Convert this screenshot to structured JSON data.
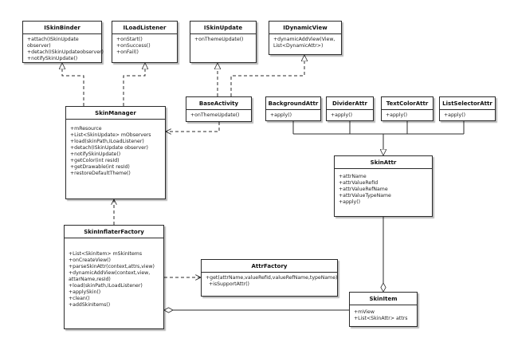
{
  "classes": {
    "iskinbinder": {
      "name": "ISkinBinder",
      "members": [
        "+attach(ISkinUpdate observer)",
        "+detach(ISkinUpdateobserver)",
        "+notifySkinUpdate()"
      ]
    },
    "iloadlistener": {
      "name": "ILoadListener",
      "members": [
        "+onStart()",
        "+onSuccess()",
        "+onFail()"
      ]
    },
    "iskinupdate": {
      "name": "ISkinUpdate",
      "members": [
        "+onThemeUpdate()"
      ]
    },
    "idynamicview": {
      "name": "IDynamicView",
      "members": [
        "+dynamicAddView(View, List<DynamicAttr>)"
      ]
    },
    "baseactivity": {
      "name": "BaseActivity",
      "members": [
        "+onThemeUpdate()"
      ]
    },
    "skinmanager": {
      "name": "SkinManager",
      "members": [
        "+mResource",
        "+List<SkinUpdate> mObservers",
        "+load(skinPath,ILoadListener)",
        "+detach(ISkinUpdate observer)",
        "+notifySkinUpdate()",
        "+getColor(int resId)",
        "+getDrawable(int resId)",
        "+restoreDefaultTheme()"
      ]
    },
    "backgroundattr": {
      "name": "BackgroundAttr",
      "members": [
        "+apply()"
      ]
    },
    "dividerattr": {
      "name": "DividerAttr",
      "members": [
        "+apply()"
      ]
    },
    "textcolorattr": {
      "name": "TextColorAttr",
      "members": [
        "+apply()"
      ]
    },
    "listselectorattr": {
      "name": "ListSelectorAttr",
      "members": [
        "+apply()"
      ]
    },
    "skinattr": {
      "name": "SkinAttr",
      "members": [
        "+attrName",
        "+attrValueRefId",
        "+attrValueRefName",
        "+attrValueTypeName",
        "+apply()"
      ]
    },
    "skininflaterfactory": {
      "name": "SkinInflaterFactory",
      "members": [
        "+List<SkinItem> mSkinItems",
        "+onCreateView()",
        "+parseSkinAttr(context,attrs,view)",
        "+dynamicAddView(context,view, attarName,resId)",
        "+load(skinPath,ILoadListener)",
        "+applySkin()",
        "+clean()",
        "+addSkinItems()"
      ]
    },
    "attrfactory": {
      "name": "AttrFactory",
      "members": [
        "+get(attrName,valueRefId,valueRefName,typeName)",
        "+isSupportAttr()"
      ]
    },
    "skinitem": {
      "name": "SkinItem",
      "members": [
        "+mView",
        "+List<SkinAttr> attrs"
      ]
    }
  },
  "colors": {
    "line": "#2b2b2b",
    "box_fill": "#ffffff",
    "text": "#222222"
  }
}
